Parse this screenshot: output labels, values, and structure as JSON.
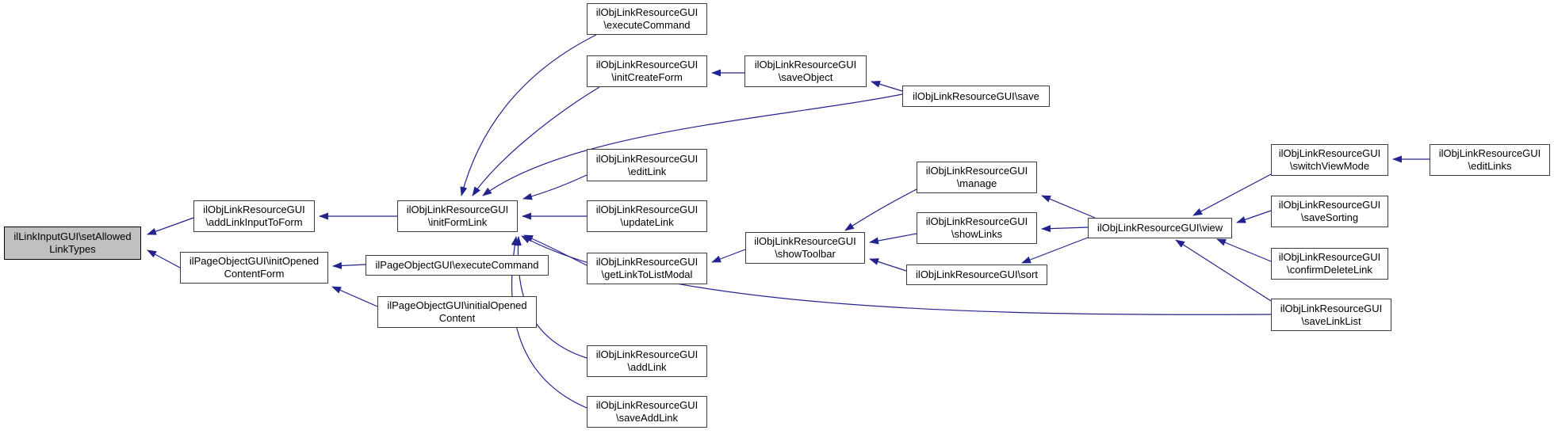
{
  "diagram": {
    "type": "caller-graph",
    "colors": {
      "edge": "#23238e",
      "node_border": "#3c3c3c",
      "node_fill": "#ffffff",
      "highlight_fill": "#c0c0c0",
      "text": "#000000"
    },
    "nodes": {
      "setAllowedLinkTypes": {
        "label": "ilLinkInputGUI\\setAllowed\nLinkTypes"
      },
      "addLinkInputToForm": {
        "label": "ilObjLinkResourceGUI\n\\addLinkInputToForm"
      },
      "initOpenedContentForm": {
        "label": "ilPageObjectGUI\\initOpened\nContentForm"
      },
      "initFormLink": {
        "label": "ilObjLinkResourceGUI\n\\initFormLink"
      },
      "pageExecuteCommand": {
        "label": "ilPageObjectGUI\\executeCommand"
      },
      "initialOpenedContent": {
        "label": "ilPageObjectGUI\\initialOpened\nContent"
      },
      "objExecuteCommand": {
        "label": "ilObjLinkResourceGUI\n\\executeCommand"
      },
      "initCreateForm": {
        "label": "ilObjLinkResourceGUI\n\\initCreateForm"
      },
      "saveObject": {
        "label": "ilObjLinkResourceGUI\n\\saveObject"
      },
      "save": {
        "label": "ilObjLinkResourceGUI\\save"
      },
      "editLink": {
        "label": "ilObjLinkResourceGUI\n\\editLink"
      },
      "updateLink": {
        "label": "ilObjLinkResourceGUI\n\\updateLink"
      },
      "getLinkToListModal": {
        "label": "ilObjLinkResourceGUI\n\\getLinkToListModal"
      },
      "addLink": {
        "label": "ilObjLinkResourceGUI\n\\addLink"
      },
      "saveAddLink": {
        "label": "ilObjLinkResourceGUI\n\\saveAddLink"
      },
      "showToolbar": {
        "label": "ilObjLinkResourceGUI\n\\showToolbar"
      },
      "manage": {
        "label": "ilObjLinkResourceGUI\n\\manage"
      },
      "showLinks": {
        "label": "ilObjLinkResourceGUI\n\\showLinks"
      },
      "sort": {
        "label": "ilObjLinkResourceGUI\\sort"
      },
      "view": {
        "label": "ilObjLinkResourceGUI\\view"
      },
      "switchViewMode": {
        "label": "ilObjLinkResourceGUI\n\\switchViewMode"
      },
      "saveSorting": {
        "label": "ilObjLinkResourceGUI\n\\saveSorting"
      },
      "confirmDeleteLink": {
        "label": "ilObjLinkResourceGUI\n\\confirmDeleteLink"
      },
      "saveLinkList": {
        "label": "ilObjLinkResourceGUI\n\\saveLinkList"
      },
      "editLinks": {
        "label": "ilObjLinkResourceGUI\n\\editLinks"
      }
    },
    "edges": [
      {
        "from": "addLinkInputToForm",
        "to": "setAllowedLinkTypes"
      },
      {
        "from": "initOpenedContentForm",
        "to": "setAllowedLinkTypes"
      },
      {
        "from": "initFormLink",
        "to": "addLinkInputToForm"
      },
      {
        "from": "pageExecuteCommand",
        "to": "initOpenedContentForm"
      },
      {
        "from": "initialOpenedContent",
        "to": "initOpenedContentForm"
      },
      {
        "from": "objExecuteCommand",
        "to": "initFormLink"
      },
      {
        "from": "initCreateForm",
        "to": "initFormLink"
      },
      {
        "from": "save",
        "to": "initFormLink"
      },
      {
        "from": "saveObject",
        "to": "initCreateForm"
      },
      {
        "from": "save",
        "to": "saveObject"
      },
      {
        "from": "editLink",
        "to": "initFormLink"
      },
      {
        "from": "updateLink",
        "to": "initFormLink"
      },
      {
        "from": "getLinkToListModal",
        "to": "initFormLink"
      },
      {
        "from": "addLink",
        "to": "initFormLink"
      },
      {
        "from": "saveAddLink",
        "to": "initFormLink"
      },
      {
        "from": "saveLinkList",
        "to": "initFormLink"
      },
      {
        "from": "showToolbar",
        "to": "getLinkToListModal"
      },
      {
        "from": "manage",
        "to": "showToolbar"
      },
      {
        "from": "showLinks",
        "to": "showToolbar"
      },
      {
        "from": "sort",
        "to": "showToolbar"
      },
      {
        "from": "view",
        "to": "manage"
      },
      {
        "from": "view",
        "to": "showLinks"
      },
      {
        "from": "view",
        "to": "sort"
      },
      {
        "from": "switchViewMode",
        "to": "view"
      },
      {
        "from": "saveSorting",
        "to": "view"
      },
      {
        "from": "confirmDeleteLink",
        "to": "view"
      },
      {
        "from": "saveLinkList",
        "to": "view"
      },
      {
        "from": "editLinks",
        "to": "switchViewMode"
      }
    ]
  }
}
